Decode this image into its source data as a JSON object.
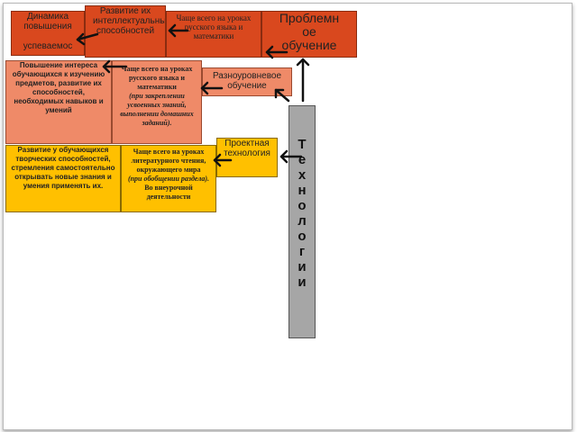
{
  "boxes": {
    "dynamics": {
      "line1": "Динамика",
      "line2": "повышения",
      "line3": "успеваемос"
    },
    "intellect": {
      "text": "Развитие их интеллектуальных способностей"
    },
    "often_top": {
      "text": "Чаще всего на уроках русского языка и математики"
    },
    "problem": {
      "line1": "Проблемн",
      "line2": "ое",
      "line3": "обучение"
    },
    "interest": {
      "text": "Повышение интереса обучающихся к изучению предметов, развитие их способностей, необходимых навыков и умений"
    },
    "often_mid": {
      "line1": "Чаще всего на уроках русского языка и математики",
      "line2": "(при закреплении усвоенных знаний, выполнении домашних заданий)."
    },
    "multilevel": {
      "text": "Разноуровневое обучение"
    },
    "creative": {
      "text": "Развитие у обучающихся творческих способностей, стремления самостоятельно открывать новые знания и умения применять их."
    },
    "often_bottom": {
      "line1": "Чаще всего на уроках литературного чтения, окружающего мира",
      "line2": "(при обобщении раздела).",
      "line3": "Во внеурочной деятельности"
    },
    "project": {
      "text": "Проектная технология"
    }
  },
  "technologies": {
    "letters": [
      "Т",
      "е",
      "х",
      "н",
      "о",
      "л",
      "о",
      "г",
      "и",
      "и"
    ]
  },
  "colors": {
    "top": "#d9481e",
    "mid": "#ef8a68",
    "yellow": "#ffc000",
    "bar": "#a6a6a6"
  }
}
